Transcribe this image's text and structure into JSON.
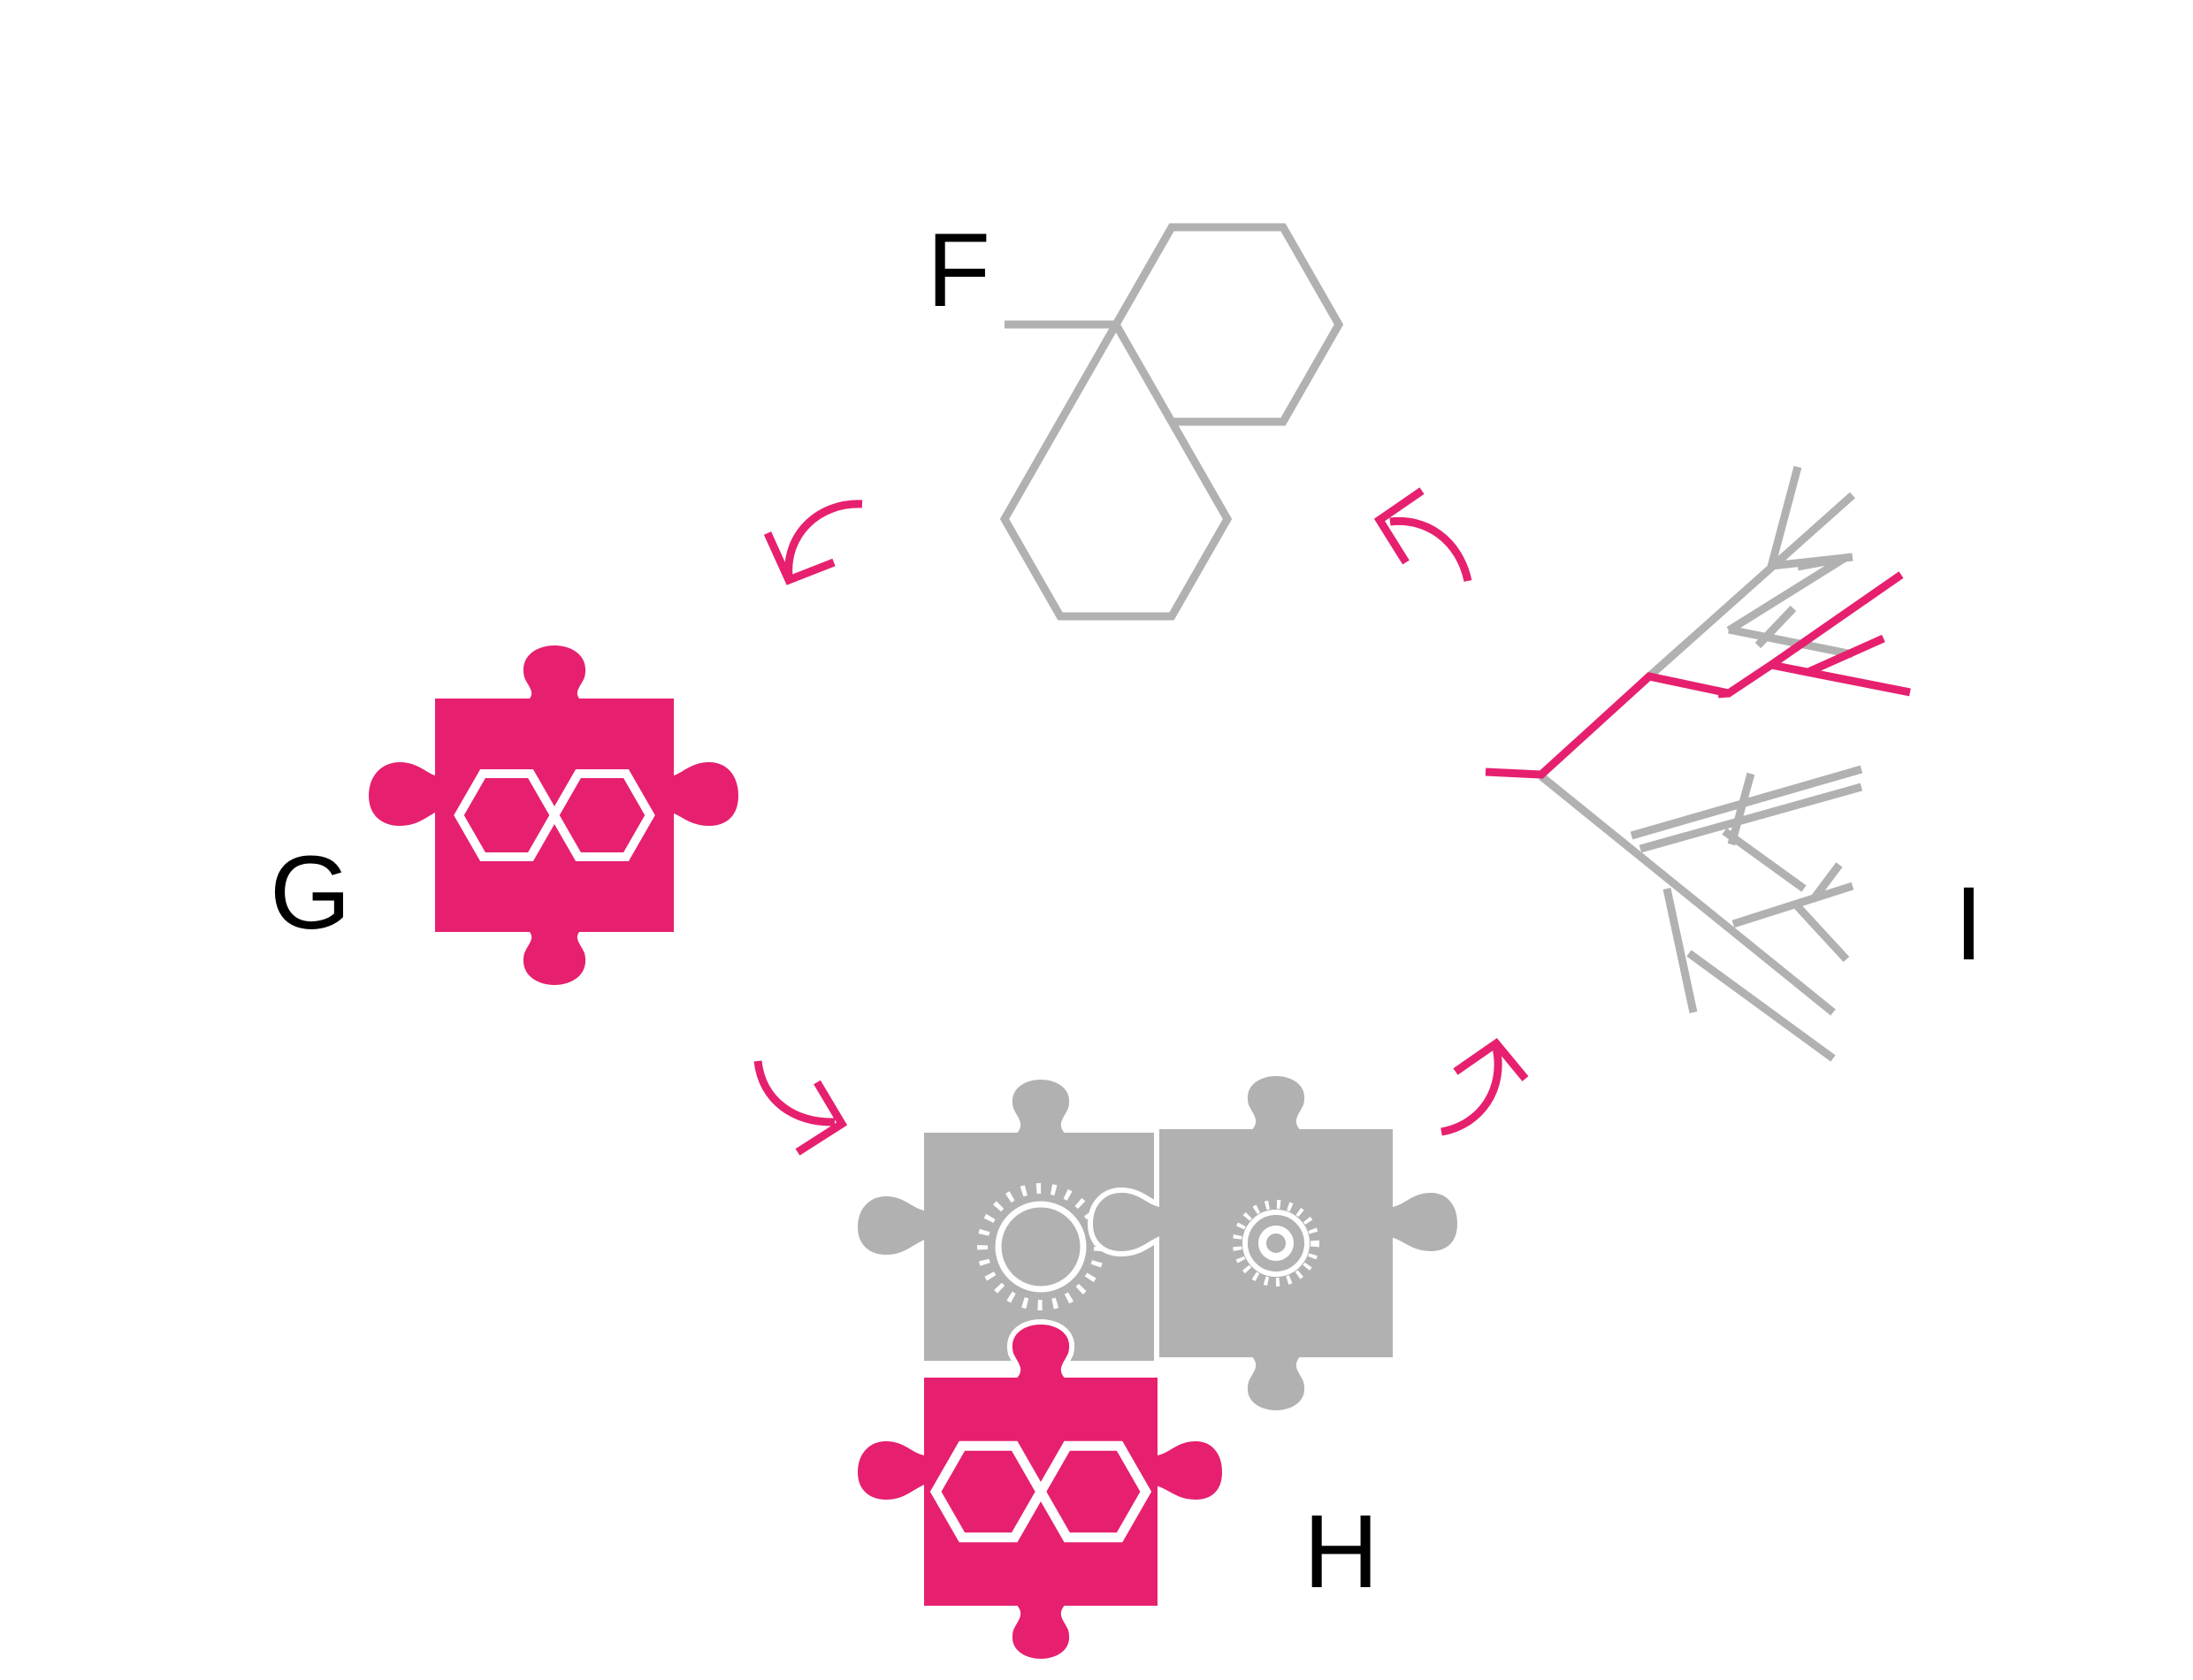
{
  "labels": {
    "F": "F",
    "G": "G",
    "H": "H",
    "I": "I"
  },
  "colors": {
    "accent": "#E6206F",
    "gray": "#B1B1B1",
    "white": "#FFFFFF",
    "text": "#000000"
  },
  "icons": {
    "F": "naphthalene-structure-outline-icon",
    "G": "puzzle-piece-with-naphthalene-icon",
    "H": "three-puzzle-pieces-with-gears-and-naphthalene-icon",
    "I": "branching-tree-with-highlighted-path-icon",
    "cycle": "curved-arrow-icon"
  }
}
